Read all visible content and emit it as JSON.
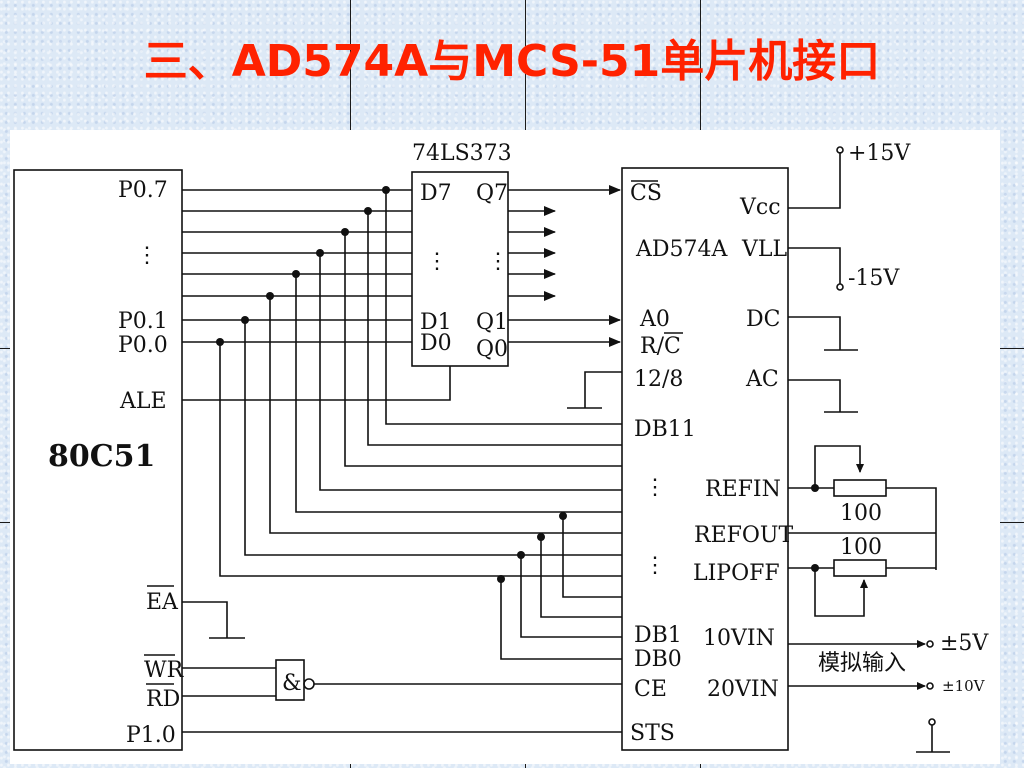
{
  "slide": {
    "title": "三、AD574A与MCS-51单片机接口"
  },
  "mcu": {
    "name": "80C51",
    "p07": "P0.7",
    "dots": "⋮",
    "p01": "P0.1",
    "p00": "P0.0",
    "ale": "ALE",
    "ea": "EA",
    "wr": "WR",
    "rd": "RD",
    "p10": "P1.0"
  },
  "latch": {
    "name": "74LS373",
    "d7": "D7",
    "q7": "Q7",
    "d1": "D1",
    "q1": "Q1",
    "d0": "D0",
    "q0": "Q0",
    "dots": "⋮"
  },
  "gate": {
    "symbol": "&"
  },
  "adc": {
    "cs": "CS",
    "name": "AD574A",
    "a0": "A0",
    "rc": "R/C",
    "bits": "12/8",
    "db11": "DB11",
    "dots": "⋮",
    "db1": "DB1",
    "db0": "DB0",
    "ce": "CE",
    "sts": "STS",
    "vcc": "Vcc",
    "vll": "VLL",
    "dc": "DC",
    "ac": "AC",
    "refin": "REFIN",
    "refout": "REFOUT",
    "lipoff": "LIPOFF",
    "v10in": "10VIN",
    "v20in": "20VIN"
  },
  "power": {
    "plus15": "+15V",
    "minus15": "-15V"
  },
  "analog": {
    "r1": "100",
    "r2": "100",
    "input_label": "模拟输入",
    "pm5": "±5V",
    "pm10": "±10V"
  }
}
